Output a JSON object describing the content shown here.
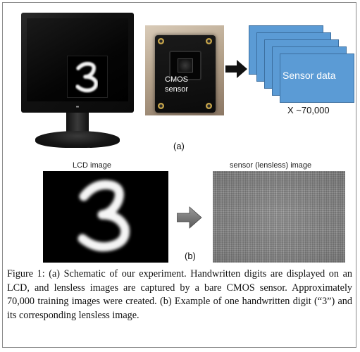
{
  "figure": {
    "part_a": {
      "board_label_line1": "CMOS",
      "board_label_line2": "sensor",
      "monitor_digit": "3",
      "sensor_data_label": "Sensor data",
      "count_label": "X ~70,000",
      "panel_label": "(a)"
    },
    "part_b": {
      "lcd_caption": "LCD image",
      "sensor_caption": "sensor (lensless) image",
      "panel_label": "(b)",
      "digit": "3"
    },
    "caption": "Figure 1: (a) Schematic of our experiment. Handwritten digits are displayed on an LCD, and lensless images are captured by a bare CMOS sensor. Approximately 70,000 training images were created. (b) Example of one handwritten digit (“3”) and its corresponding lensless image."
  },
  "colors": {
    "card_blue": "#5b9bd5",
    "card_border": "#3c6fa0",
    "arrow_dark": "#111111",
    "arrow_gray": "#7a7a7a"
  },
  "icons": [
    "monitor-photo",
    "camera-board-photo",
    "right-arrow-icon",
    "document-stack",
    "lensless-noise-image"
  ]
}
